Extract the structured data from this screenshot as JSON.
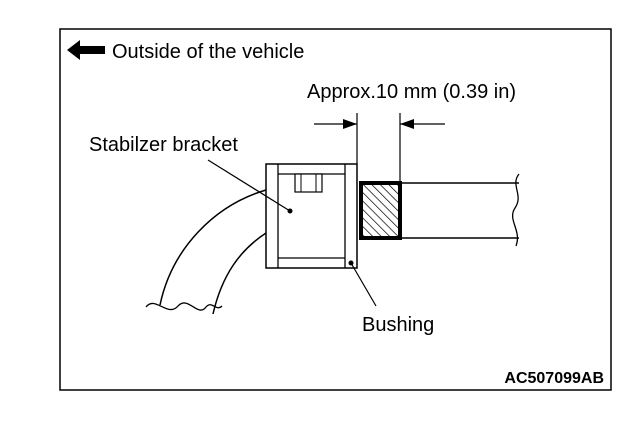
{
  "header": {
    "direction_label": "Outside of the vehicle"
  },
  "dimension": {
    "label": "Approx.10 mm (0.39 in)"
  },
  "callouts": {
    "bracket": "Stabilzer bracket",
    "bushing": "Bushing"
  },
  "figure_code": "AC507099AB"
}
